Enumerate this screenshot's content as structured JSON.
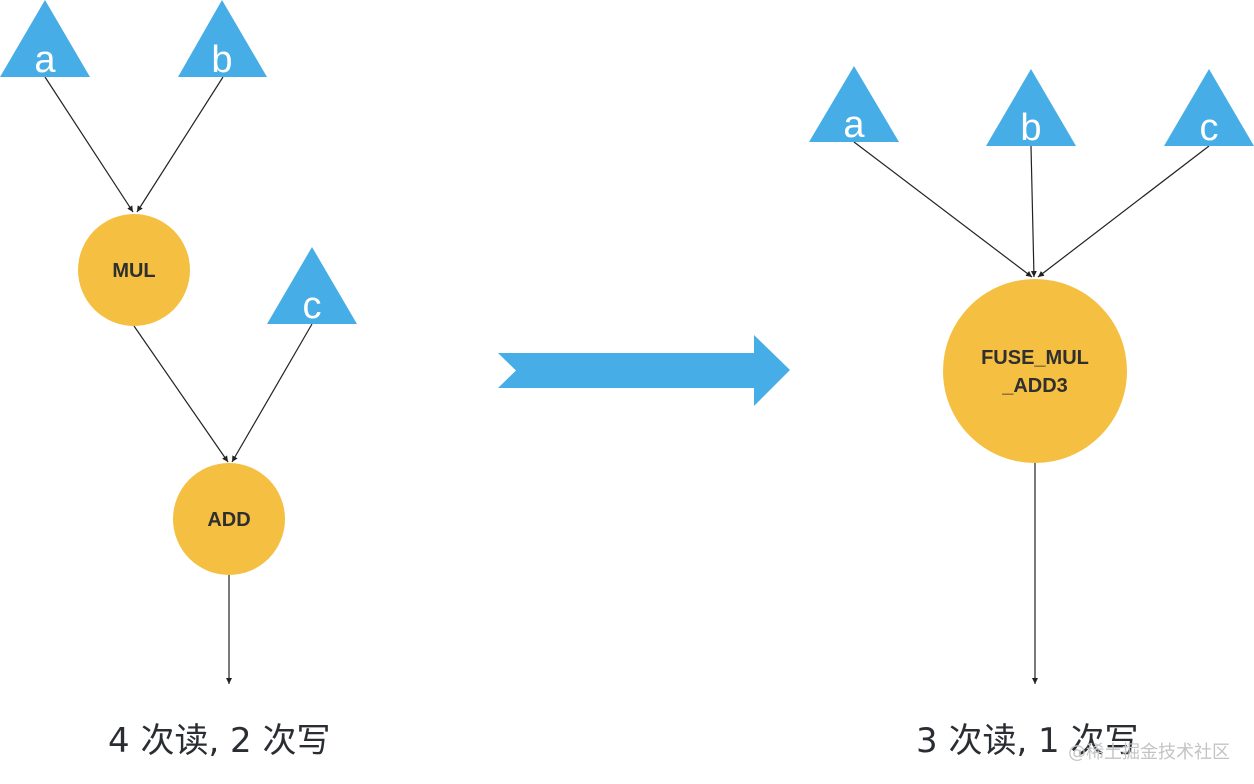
{
  "colors": {
    "input_node": "#47ADE6",
    "op_node": "#F5BF41",
    "transform_arrow": "#47ADE6",
    "edge": "#222222",
    "caption": "#2A2E33",
    "watermark": "#C4C4C4"
  },
  "before": {
    "inputs": [
      {
        "id": "a",
        "label": "a"
      },
      {
        "id": "b",
        "label": "b"
      },
      {
        "id": "c",
        "label": "c"
      }
    ],
    "ops": [
      {
        "id": "mul",
        "label": "MUL"
      },
      {
        "id": "add",
        "label": "ADD"
      }
    ],
    "edges": [
      {
        "from": "a",
        "to": "mul"
      },
      {
        "from": "b",
        "to": "mul"
      },
      {
        "from": "mul",
        "to": "add"
      },
      {
        "from": "c",
        "to": "add"
      },
      {
        "from": "add",
        "to": "output"
      }
    ],
    "caption": "4 次读, 2 次写"
  },
  "transform_arrow": {
    "icon": "right-arrow-icon",
    "meaning": "fusion"
  },
  "after": {
    "inputs": [
      {
        "id": "a",
        "label": "a"
      },
      {
        "id": "b",
        "label": "b"
      },
      {
        "id": "c",
        "label": "c"
      }
    ],
    "ops": [
      {
        "id": "fused",
        "label_lines": [
          "FUSE_MUL",
          "_ADD3"
        ]
      }
    ],
    "edges": [
      {
        "from": "a",
        "to": "fused"
      },
      {
        "from": "b",
        "to": "fused"
      },
      {
        "from": "c",
        "to": "fused"
      },
      {
        "from": "fused",
        "to": "output"
      }
    ],
    "caption": "3 次读, 1 次写"
  },
  "watermark": "@稀土掘金技术社区"
}
